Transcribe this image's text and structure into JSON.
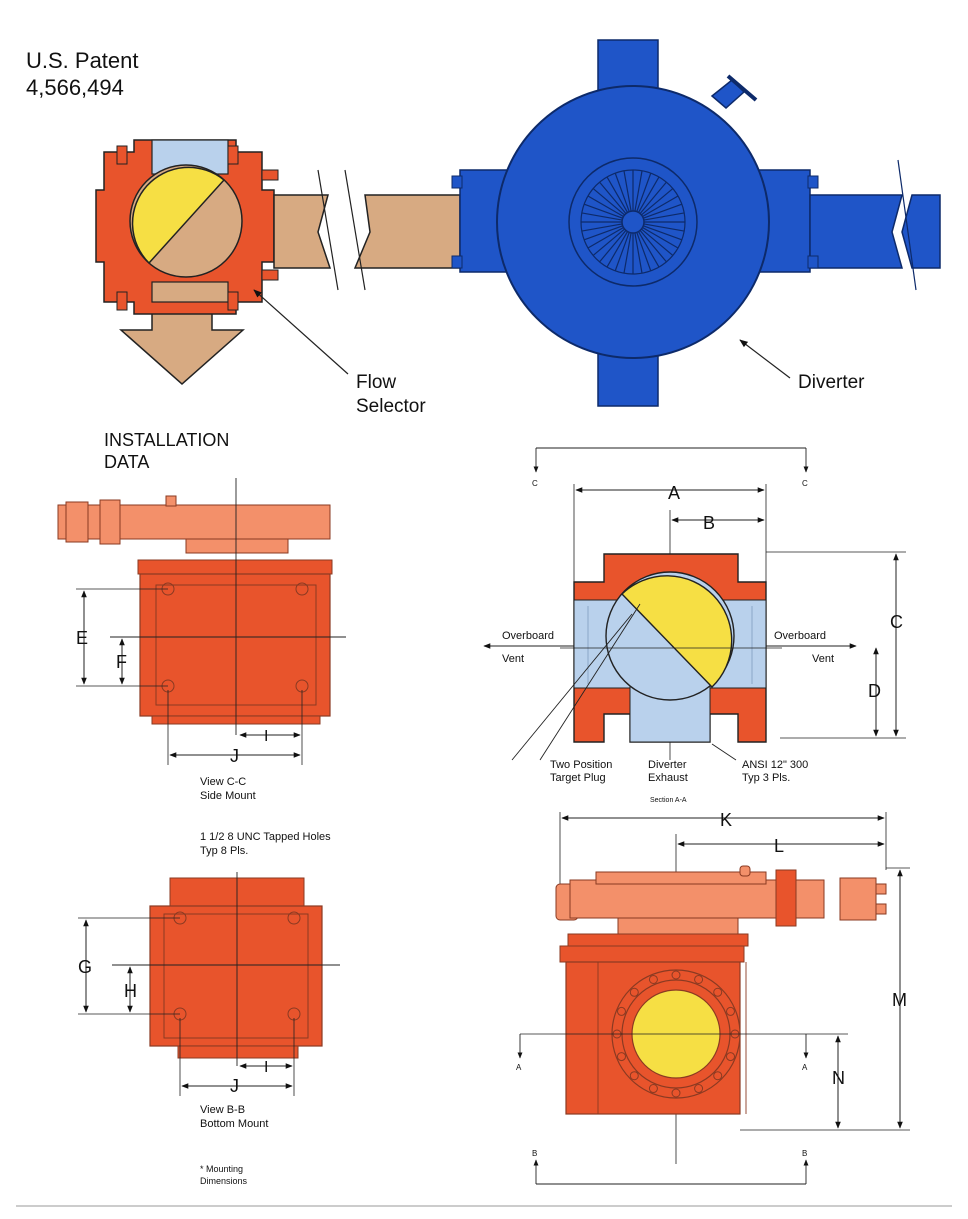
{
  "patent": {
    "line1": "U.S. Patent",
    "line2": "4,566,494"
  },
  "callouts": {
    "flow_selector": [
      "Flow",
      "Selector"
    ],
    "diverter": "Diverter"
  },
  "installation": {
    "line1": "INSTALLATION",
    "line2": "DATA"
  },
  "view_cc": {
    "dims": {
      "E": "E",
      "F": "F",
      "I": "I",
      "J": "J"
    },
    "caption": [
      "View C-C",
      "Side Mount"
    ]
  },
  "tapped_holes": [
    "1 1/2 8 UNC Tapped Holes",
    "Typ 8 Pls."
  ],
  "view_bb": {
    "dims": {
      "G": "G",
      "H": "H",
      "I": "I",
      "J": "J"
    },
    "caption": [
      "View B-B",
      "Bottom Mount"
    ],
    "note": [
      "* Mounting",
      "Dimensions"
    ]
  },
  "section_aa": {
    "dims": {
      "A": "A",
      "B": "B",
      "C": "C",
      "D": "D"
    },
    "cut_marks": {
      "left": "C",
      "right": "C"
    },
    "left_vent": [
      "Overboard",
      "Vent"
    ],
    "right_vent": [
      "Overboard",
      "Vent"
    ],
    "plug": [
      "Two Position",
      "Target Plug"
    ],
    "exhaust": [
      "Diverter",
      "Exhaust"
    ],
    "ansi": [
      "ANSI 12\" 300",
      "Typ 3 Pls."
    ],
    "caption": "Section A-A"
  },
  "front_view": {
    "dims": {
      "K": "K",
      "L": "L",
      "M": "M",
      "N": "N"
    },
    "cut_marks": {
      "a_left": "A",
      "a_right": "A",
      "b_left": "B",
      "b_right": "B"
    }
  },
  "colors": {
    "orange": "#e8542c",
    "salmon": "#f3906a",
    "blue": "#1f55c8",
    "light_blue": "#b9d1ec",
    "tan": "#d7aa82",
    "yellow": "#f6df44"
  }
}
